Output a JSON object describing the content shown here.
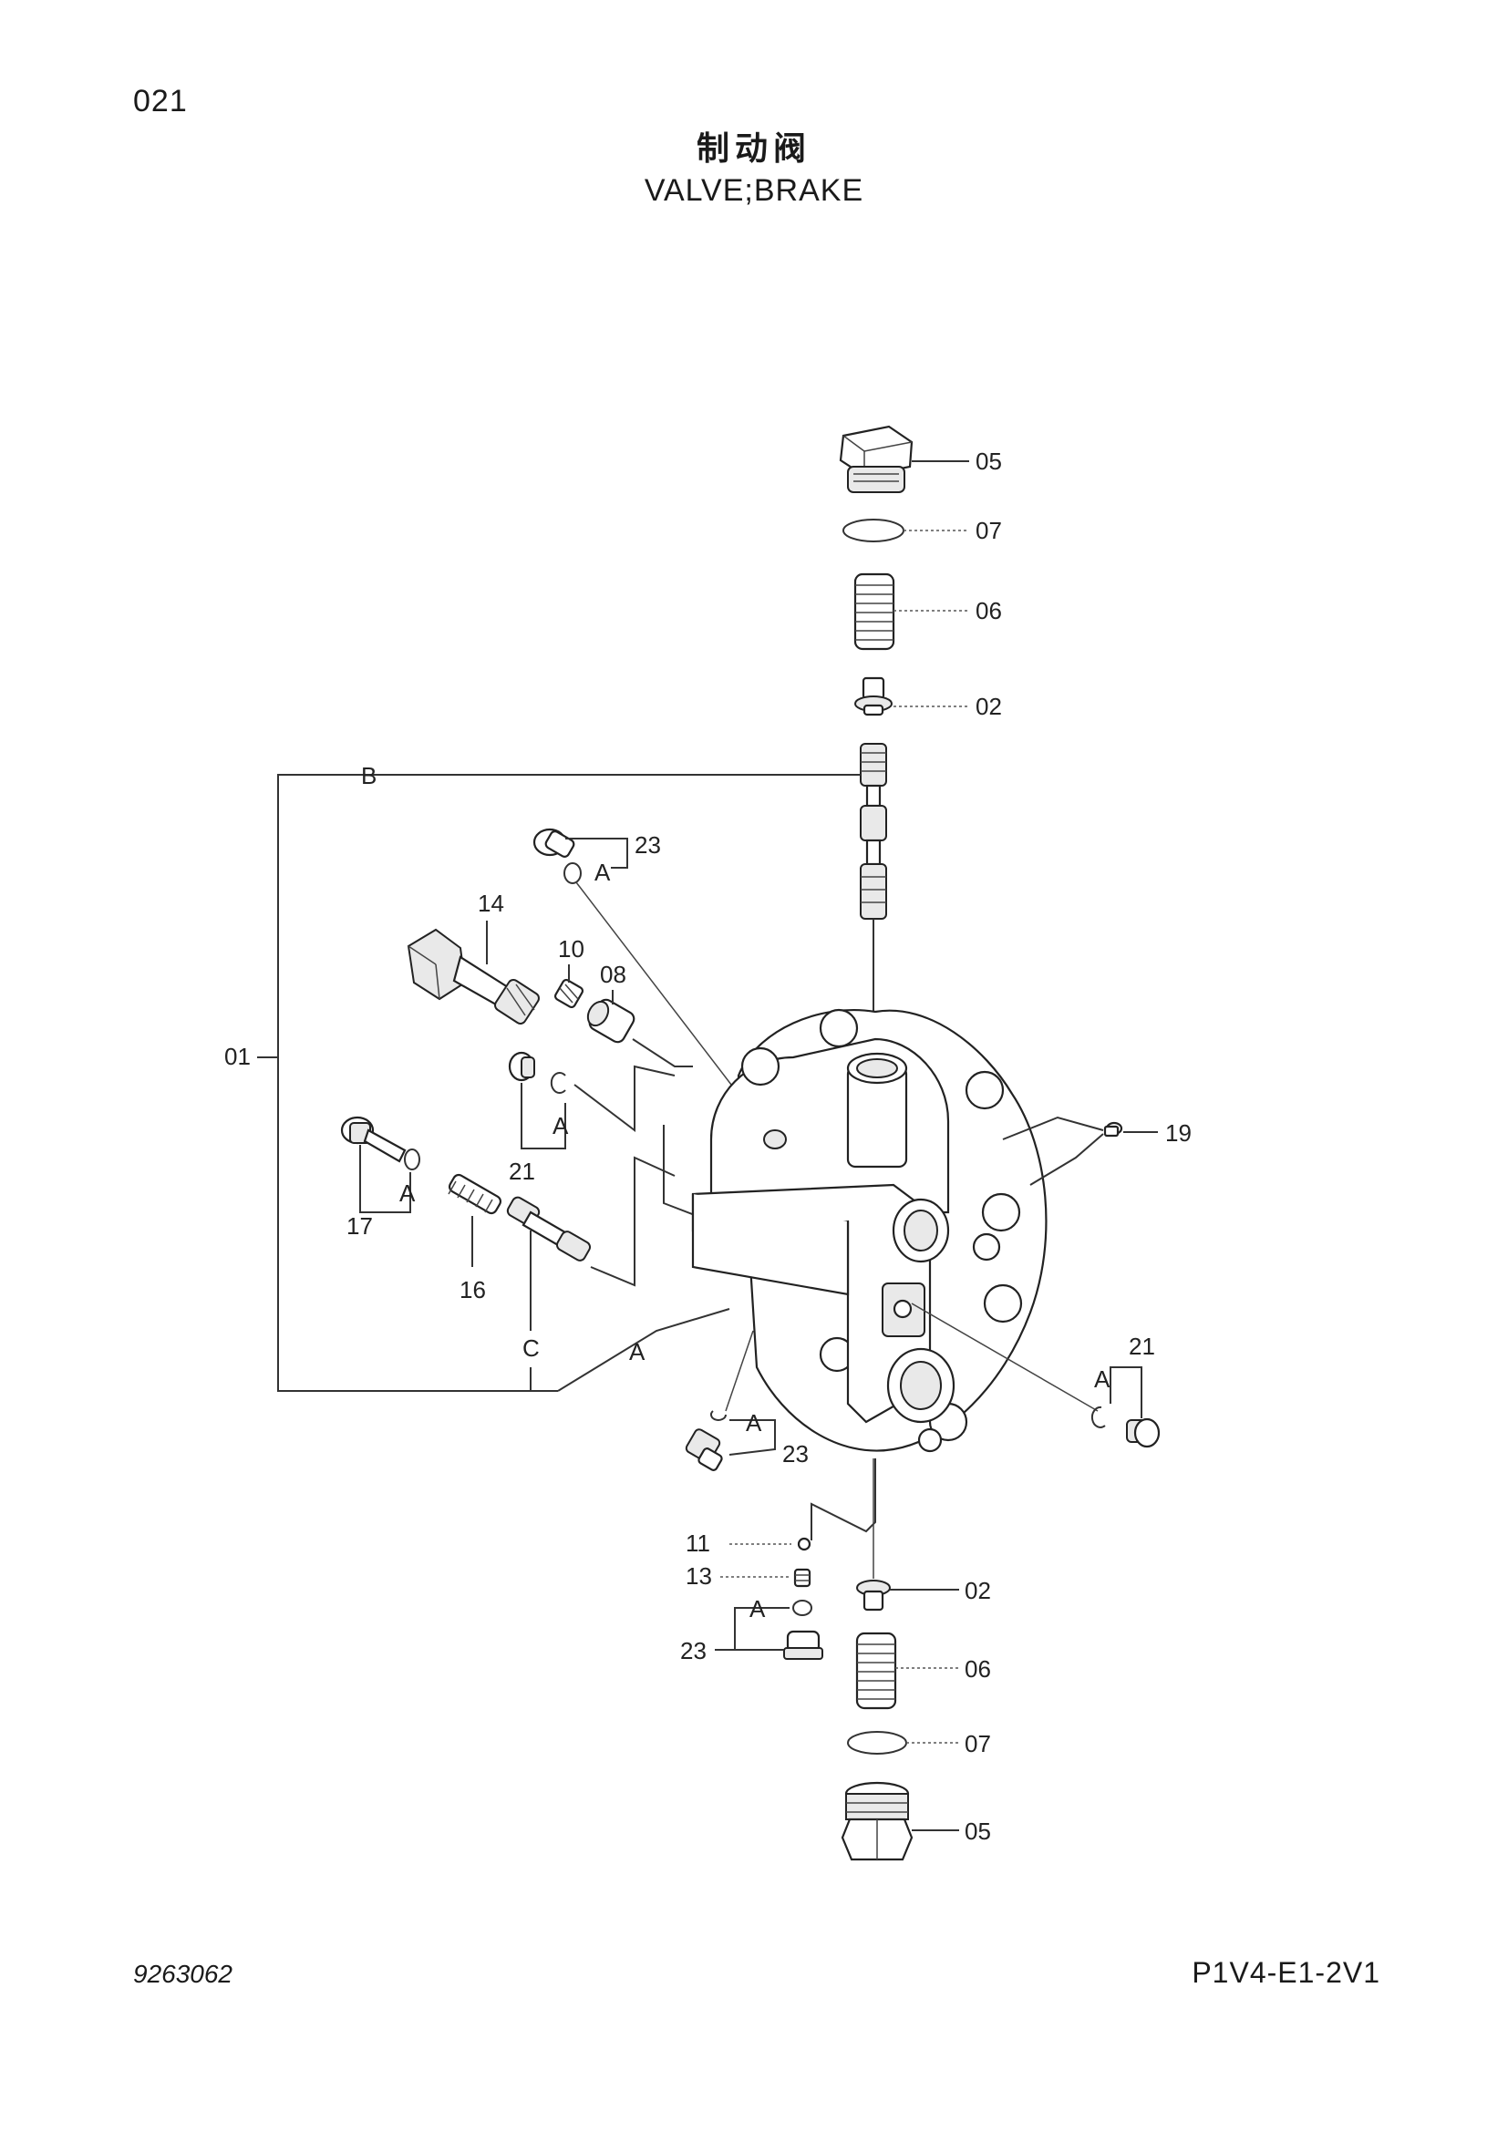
{
  "page_number": "021",
  "title_cn": "制动阀",
  "title_en": "VALVE;BRAKE",
  "doc_code": "9263062",
  "ref_code": "P1V4-E1-2V1",
  "callouts": {
    "c05_top": "05",
    "c07_top": "07",
    "c06_top": "06",
    "c02_top": "02",
    "c23_top": "23",
    "a_top": "A",
    "b": "B",
    "c14": "14",
    "c10": "10",
    "c08": "08",
    "c01": "01",
    "c21_left": "21",
    "a_21": "A",
    "c17": "17",
    "a_17": "A",
    "c16": "16",
    "c_label": "C",
    "a_body": "A",
    "c19": "19",
    "c21_right": "21",
    "a_21r": "A",
    "c23_mid": "23",
    "a_23mid": "A",
    "c11": "11",
    "c13": "13",
    "c23_bot": "23",
    "a_23bot": "A",
    "c02_bot": "02",
    "c06_bot": "06",
    "c07_bot": "07",
    "c05_bot": "05"
  }
}
